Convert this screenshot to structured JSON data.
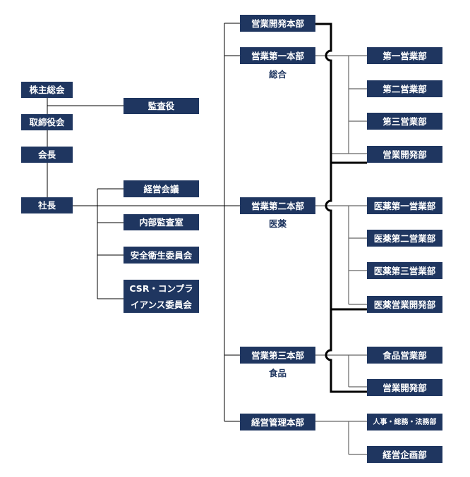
{
  "left": {
    "shareholders": "株主総会",
    "board": "取締役会",
    "chairman": "会長",
    "president": "社長",
    "auditor": "監査役"
  },
  "committees": [
    "経営会議",
    "内部監査室",
    "安全衛生委員会",
    "CSR・コンプライアンス委員会"
  ],
  "csr_lines": [
    "CSR・コンプラ",
    "イアンス委員会"
  ],
  "hq": {
    "dev": "営業開発本部",
    "first": "営業第一本部",
    "second": "営業第二本部",
    "third": "営業第三本部",
    "admin": "経営管理本部"
  },
  "hq_labels": {
    "first": "総合",
    "second": "医薬",
    "third": "食品"
  },
  "depts_first": [
    "第一営業部",
    "第二営業部",
    "第三営業部",
    "営業開発部"
  ],
  "depts_second": [
    "医薬第一営業部",
    "医薬第二営業部",
    "医薬第三営業部",
    "医薬営業開発部"
  ],
  "depts_third": [
    "食品営業部",
    "営業開発部"
  ],
  "depts_admin": [
    "人事・総務・法務部",
    "経営企画部"
  ],
  "colors": {
    "box": "#1f3660",
    "line": "#000000"
  }
}
